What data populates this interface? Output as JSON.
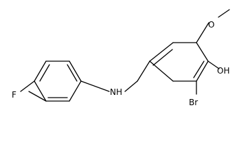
{
  "molecule": {
    "atoms": {
      "fluorine": "F",
      "amine": "NH",
      "hydroxyl": "OH",
      "bromine": "Br",
      "methoxy_oxygen": "O"
    }
  }
}
